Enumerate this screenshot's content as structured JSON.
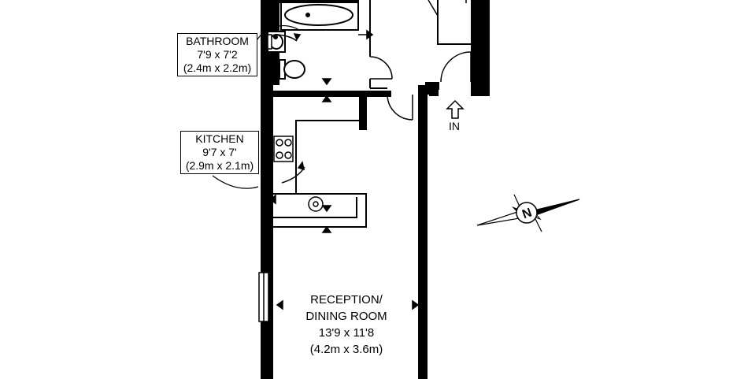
{
  "rooms": {
    "bathroom": {
      "name": "BATHROOM",
      "size_imperial": "7'9 x 7'2",
      "size_metric": "(2.4m x 2.2m)"
    },
    "kitchen": {
      "name": "KITCHEN",
      "size_imperial": "9'7 x 7'",
      "size_metric": "(2.9m x 2.1m)"
    },
    "reception": {
      "name_line1": "RECEPTION/",
      "name_line2": "DINING ROOM",
      "size_imperial": "13'9 x 11'8",
      "size_metric": "(4.2m x 3.6m)"
    }
  },
  "entrance": {
    "label": "IN"
  },
  "compass": {
    "letter": "N"
  }
}
